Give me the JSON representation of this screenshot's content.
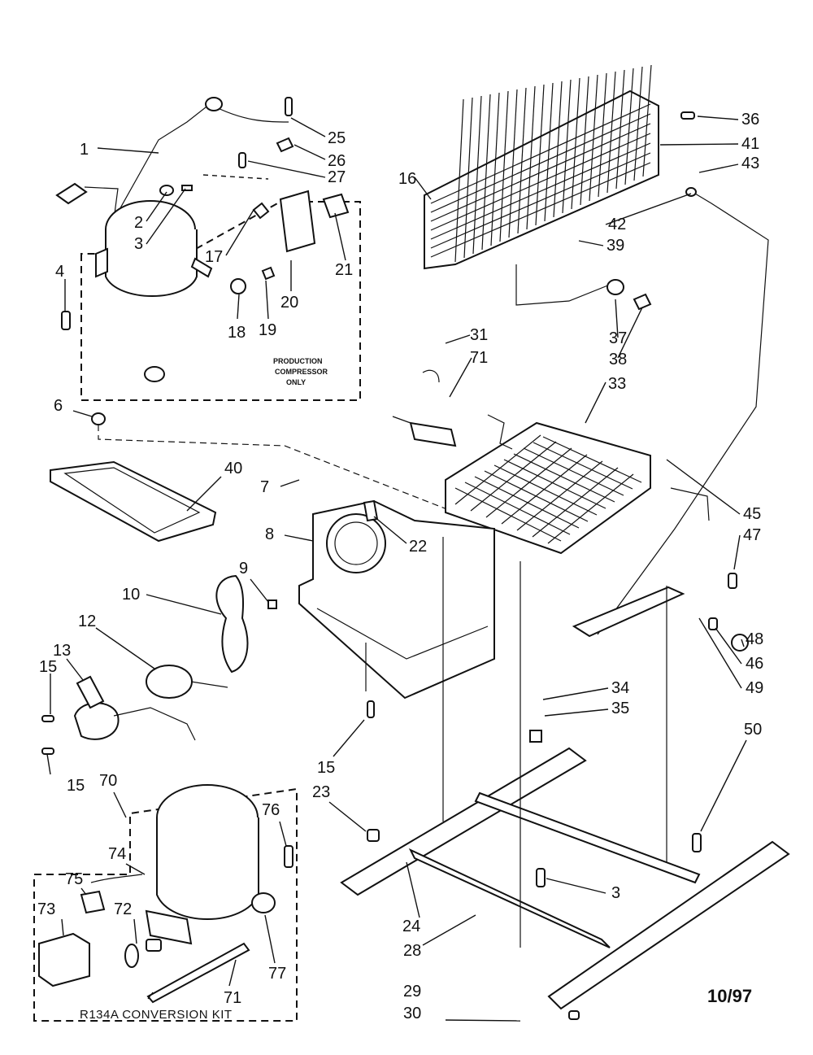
{
  "labels": [
    {
      "id": "1",
      "text": "1"
    },
    {
      "id": "2",
      "text": "2"
    },
    {
      "id": "3a",
      "text": "3"
    },
    {
      "id": "3b",
      "text": "3"
    },
    {
      "id": "4",
      "text": "4"
    },
    {
      "id": "6",
      "text": "6"
    },
    {
      "id": "7",
      "text": "7"
    },
    {
      "id": "8",
      "text": "8"
    },
    {
      "id": "9",
      "text": "9"
    },
    {
      "id": "10",
      "text": "10"
    },
    {
      "id": "12",
      "text": "12"
    },
    {
      "id": "13",
      "text": "13"
    },
    {
      "id": "15a",
      "text": "15"
    },
    {
      "id": "15b",
      "text": "15"
    },
    {
      "id": "15c",
      "text": "15"
    },
    {
      "id": "16",
      "text": "16"
    },
    {
      "id": "17",
      "text": "17"
    },
    {
      "id": "18",
      "text": "18"
    },
    {
      "id": "19",
      "text": "19"
    },
    {
      "id": "20",
      "text": "20"
    },
    {
      "id": "21",
      "text": "21"
    },
    {
      "id": "22",
      "text": "22"
    },
    {
      "id": "23",
      "text": "23"
    },
    {
      "id": "24",
      "text": "24"
    },
    {
      "id": "25",
      "text": "25"
    },
    {
      "id": "26",
      "text": "26"
    },
    {
      "id": "27",
      "text": "27"
    },
    {
      "id": "28",
      "text": "28"
    },
    {
      "id": "29",
      "text": "29"
    },
    {
      "id": "30",
      "text": "30"
    },
    {
      "id": "31",
      "text": "31"
    },
    {
      "id": "33",
      "text": "33"
    },
    {
      "id": "34",
      "text": "34"
    },
    {
      "id": "35",
      "text": "35"
    },
    {
      "id": "36",
      "text": "36"
    },
    {
      "id": "37",
      "text": "37"
    },
    {
      "id": "38",
      "text": "38"
    },
    {
      "id": "39",
      "text": "39"
    },
    {
      "id": "40",
      "text": "40"
    },
    {
      "id": "41",
      "text": "41"
    },
    {
      "id": "42",
      "text": "42"
    },
    {
      "id": "43",
      "text": "43"
    },
    {
      "id": "45",
      "text": "45"
    },
    {
      "id": "46",
      "text": "46"
    },
    {
      "id": "47",
      "text": "47"
    },
    {
      "id": "48",
      "text": "48"
    },
    {
      "id": "49",
      "text": "49"
    },
    {
      "id": "50",
      "text": "50"
    },
    {
      "id": "70",
      "text": "70"
    },
    {
      "id": "71a",
      "text": "71"
    },
    {
      "id": "71b",
      "text": "71"
    },
    {
      "id": "72",
      "text": "72"
    },
    {
      "id": "73",
      "text": "73"
    },
    {
      "id": "74",
      "text": "74"
    },
    {
      "id": "75",
      "text": "75"
    },
    {
      "id": "76",
      "text": "76"
    },
    {
      "id": "77",
      "text": "77"
    }
  ],
  "notes": {
    "production_line1": "PRODUCTION",
    "production_line2": "COMPRESSOR",
    "production_line3": "ONLY",
    "kit_title": "R134A CONVERSION KIT",
    "date": "10/97"
  }
}
